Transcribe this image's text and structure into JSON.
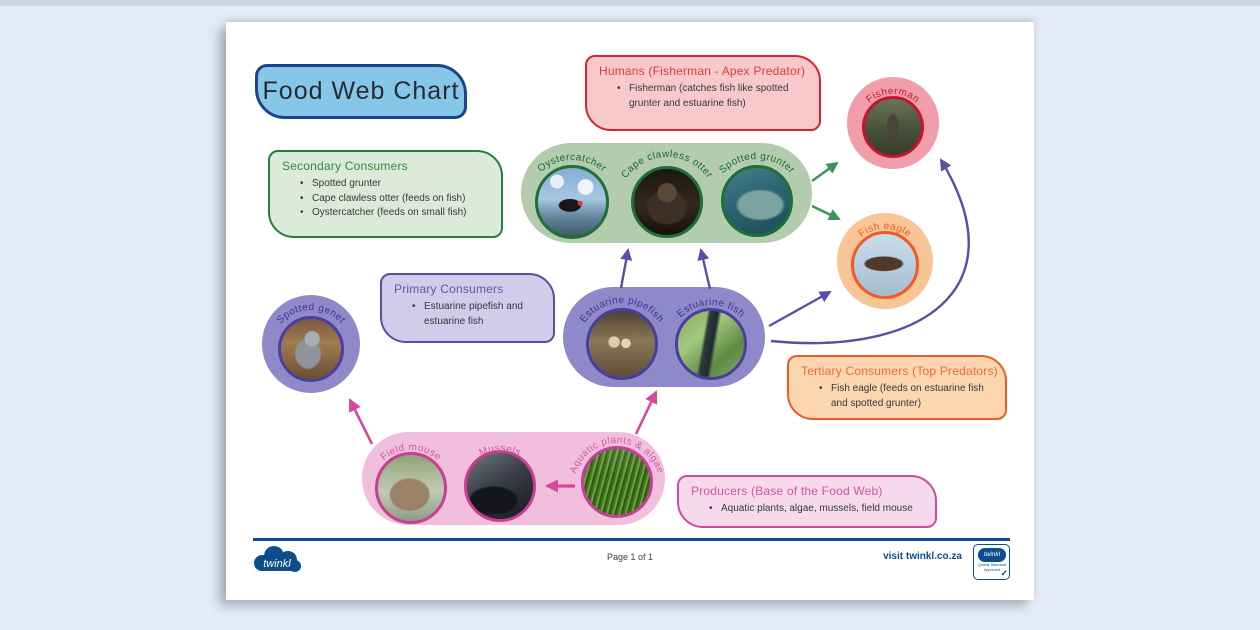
{
  "title": "Food Web Chart",
  "boxes": {
    "humans": {
      "title": "Humans (Fisherman - Apex Predator)",
      "bullets": [
        "Fisherman (catches fish like spotted grunter and estuarine fish)"
      ]
    },
    "secondary_consumers": {
      "title": "Secondary Consumers",
      "bullets": [
        "Spotted grunter",
        "Cape clawless otter (feeds on fish)",
        "Oystercatcher (feeds on small fish)"
      ]
    },
    "primary_consumers": {
      "title": "Primary Consumers",
      "bullets": [
        "Estuarine pipefish and estuarine fish"
      ]
    },
    "tertiary_consumers": {
      "title": "Tertiary Consumers (Top Predators)",
      "bullets": [
        "Fish eagle (feeds on estuarine fish and spotted grunter)"
      ]
    },
    "producers": {
      "title": "Producers (Base of the Food Web)",
      "bullets": [
        "Aquatic plants, algae, mussels, field mouse"
      ]
    }
  },
  "organisms": {
    "fisherman": {
      "label": "Fisherman"
    },
    "fish_eagle": {
      "label": "Fish eagle"
    },
    "oystercatcher": {
      "label": "Oystercatcher"
    },
    "cape_clawless_otter": {
      "label": "Cape clawless otter"
    },
    "spotted_grunter": {
      "label": "Spotted grunter"
    },
    "estuarine_pipefish": {
      "label": "Estuarine pipefish"
    },
    "estuarine_fish": {
      "label": "Estuarine fish"
    },
    "spotted_genet": {
      "label": "Spotted genet"
    },
    "field_mouse": {
      "label": "Field mouse"
    },
    "mussels": {
      "label": "Mussels"
    },
    "aquatic_plants": {
      "label": "Aquatic plants & algae"
    }
  },
  "connections": [
    {
      "from": "spotted_grunter",
      "to": "fisherman",
      "color": "green"
    },
    {
      "from": "spotted_grunter",
      "to": "fish_eagle",
      "color": "green"
    },
    {
      "from": "estuarine_pipefish",
      "to": "secondary_consumers_group",
      "color": "purple"
    },
    {
      "from": "estuarine_fish",
      "to": "secondary_consumers_group",
      "color": "purple"
    },
    {
      "from": "estuarine_fish",
      "to": "fish_eagle",
      "color": "purple"
    },
    {
      "from": "estuarine_fish",
      "to": "fisherman",
      "color": "purple"
    },
    {
      "from": "field_mouse",
      "to": "spotted_genet",
      "color": "pink"
    },
    {
      "from": "aquatic_plants",
      "to": "primary_consumers_group",
      "color": "pink"
    },
    {
      "from": "aquatic_plants",
      "to": "mussels",
      "color": "pink"
    }
  ],
  "footer": {
    "brand": "twinkl",
    "page_label": "Page 1 of 1",
    "visit_label": "visit twinkl.co.za",
    "badge_brand": "twinkl",
    "badge_text": "Quality Standard Approved"
  },
  "colors": {
    "humans_accent": "#d9232e",
    "secondary_accent": "#23803b",
    "primary_accent": "#5b4ea5",
    "tertiary_accent": "#f05a28",
    "producers_accent": "#cb4d9e",
    "title_fill": "#85c6e9",
    "title_border": "#1c4587",
    "footer_navy": "#0d4d8c"
  }
}
